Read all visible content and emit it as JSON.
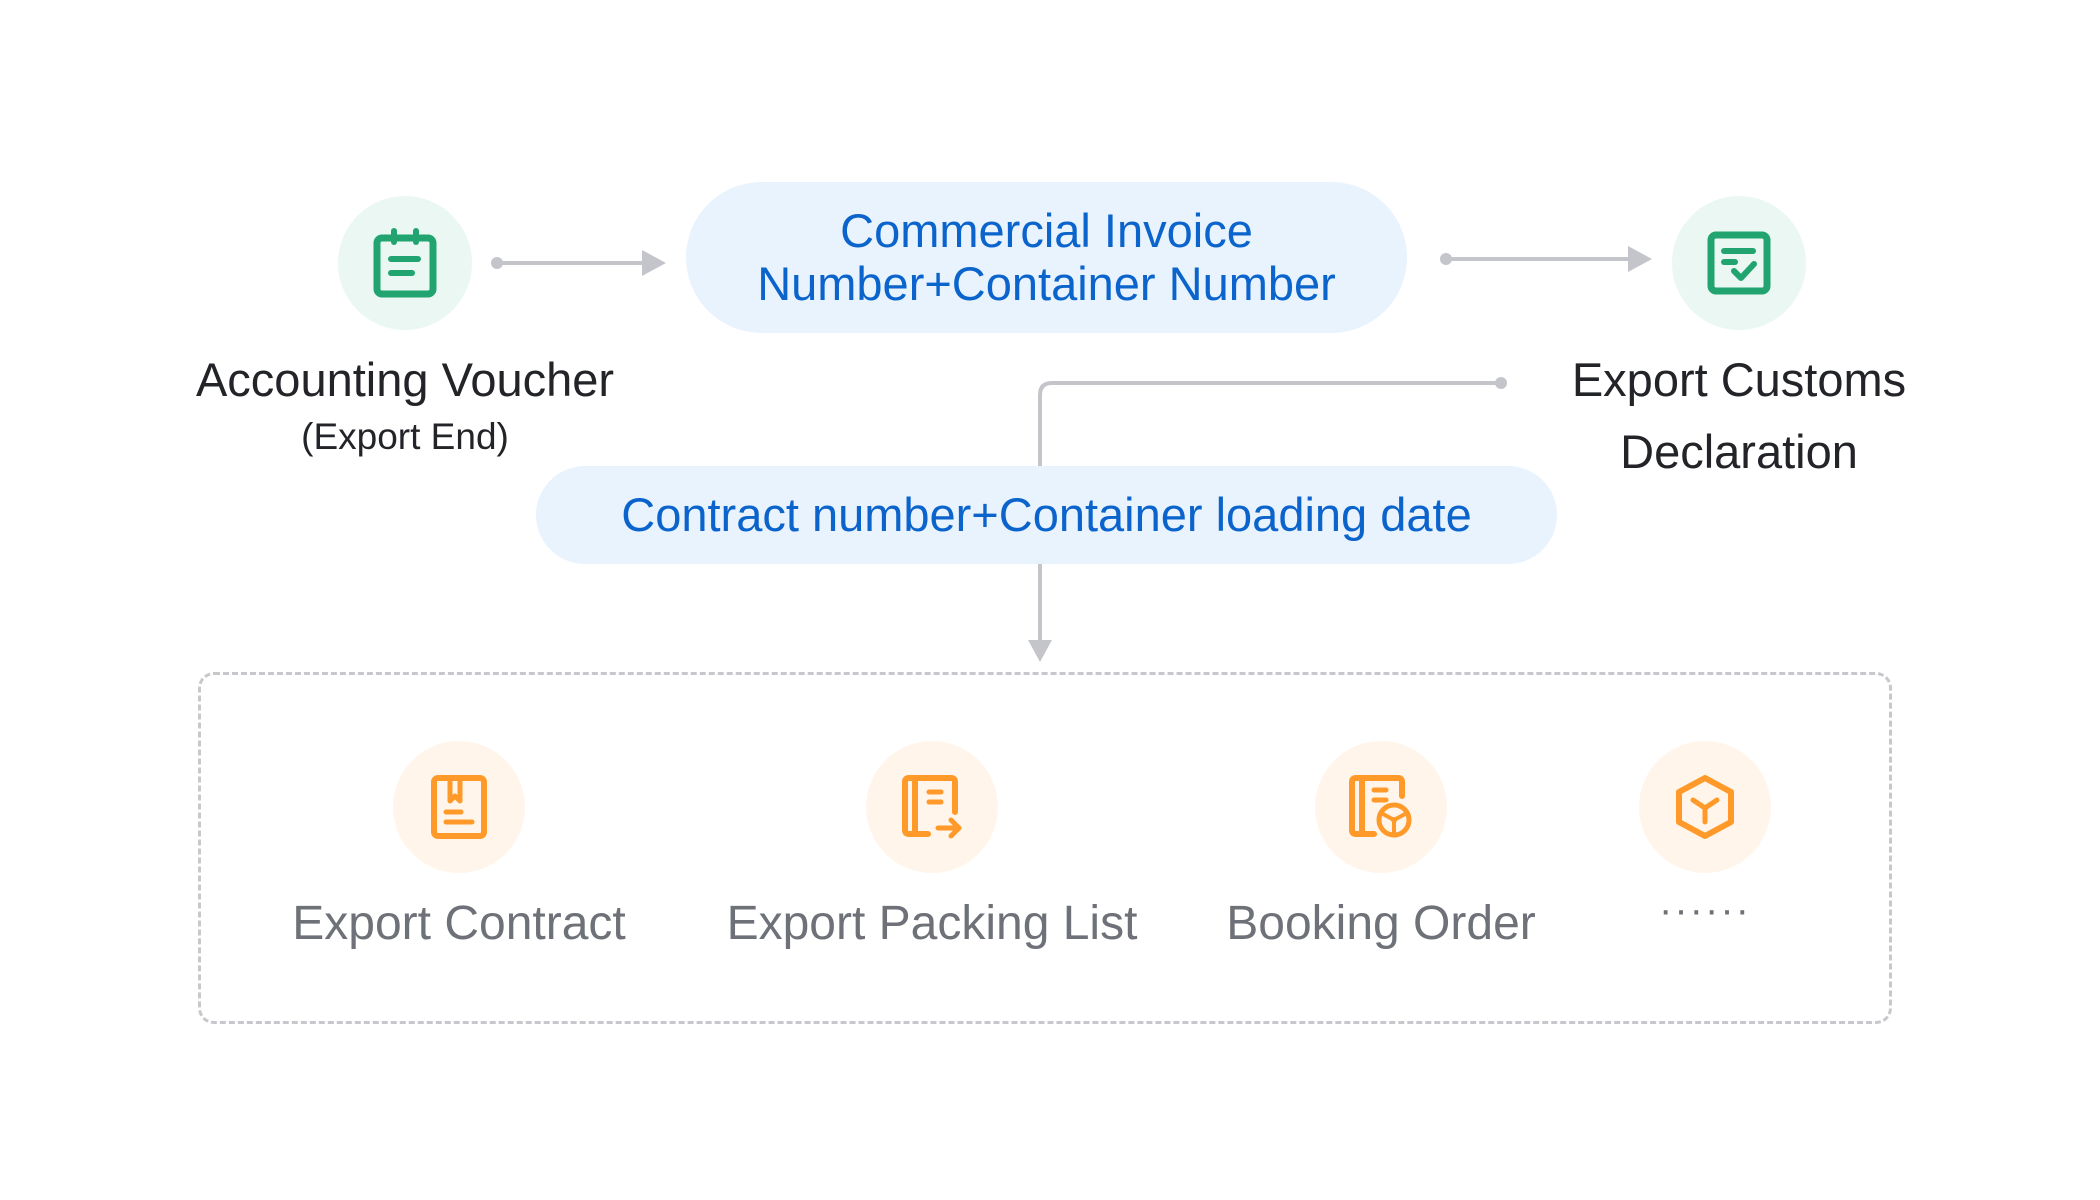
{
  "diagram": {
    "source_node": {
      "icon": "notepad-icon",
      "label": "Accounting Voucher",
      "sublabel": "(Export End)"
    },
    "target_node": {
      "icon": "checklist-icon",
      "label_line1": "Export Customs",
      "label_line2": "Declaration"
    },
    "match_key_primary": {
      "line1": "Commercial Invoice",
      "line2": "Number+Container Number"
    },
    "match_key_secondary": {
      "text": "Contract number+Container loading date"
    },
    "related_documents": [
      {
        "icon": "bookmark-document-icon",
        "label": "Export Contract"
      },
      {
        "icon": "document-export-icon",
        "label": "Export Packing List"
      },
      {
        "icon": "document-steering-wheel-icon",
        "label": "Booking Order"
      },
      {
        "icon": "box-cube-icon",
        "label": "······"
      }
    ],
    "colors": {
      "green_accent": "#21a46f",
      "green_bg": "#eaf7f2",
      "orange_accent": "#ff9a2a",
      "orange_bg": "#fff5ea",
      "blue_text": "#0b63cc",
      "blue_bg": "#e8f3fd",
      "connector": "#c3c5ca"
    }
  }
}
